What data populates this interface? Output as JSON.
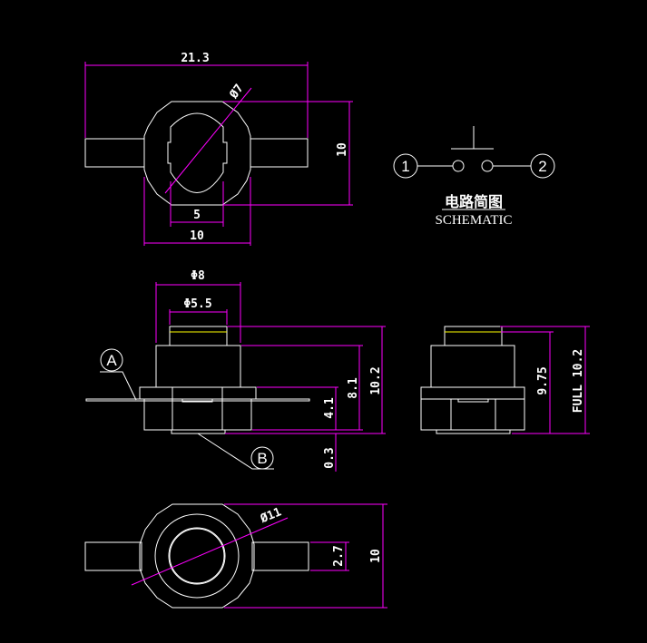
{
  "colors": {
    "background": "#000000",
    "geometry": "#ffffff",
    "dimension": "#ff00ff",
    "highlight": "#ffff00"
  },
  "top_view": {
    "width_dim": "21.3",
    "diameter_dim": "Ø7",
    "height_dim": "10",
    "inner_dim": "5",
    "body_dim": "10"
  },
  "schematic": {
    "pin1": "1",
    "pin2": "2",
    "title_cn": "电路简图",
    "title_en": "SCHEMATIC"
  },
  "side_view": {
    "outer_dia": "Φ8",
    "cap_dia": "Φ5.5",
    "total_height": "10.2",
    "body_height": "8.1",
    "base_height": "4.1",
    "bottom_offset": "0.3",
    "label_a": "A",
    "label_b": "B"
  },
  "end_view": {
    "pressed_height": "9.75",
    "full_height": "FULL 10.2"
  },
  "bottom_view": {
    "diameter_dim": "Ø11",
    "height_dim": "10",
    "tab_dim": "2.7"
  }
}
